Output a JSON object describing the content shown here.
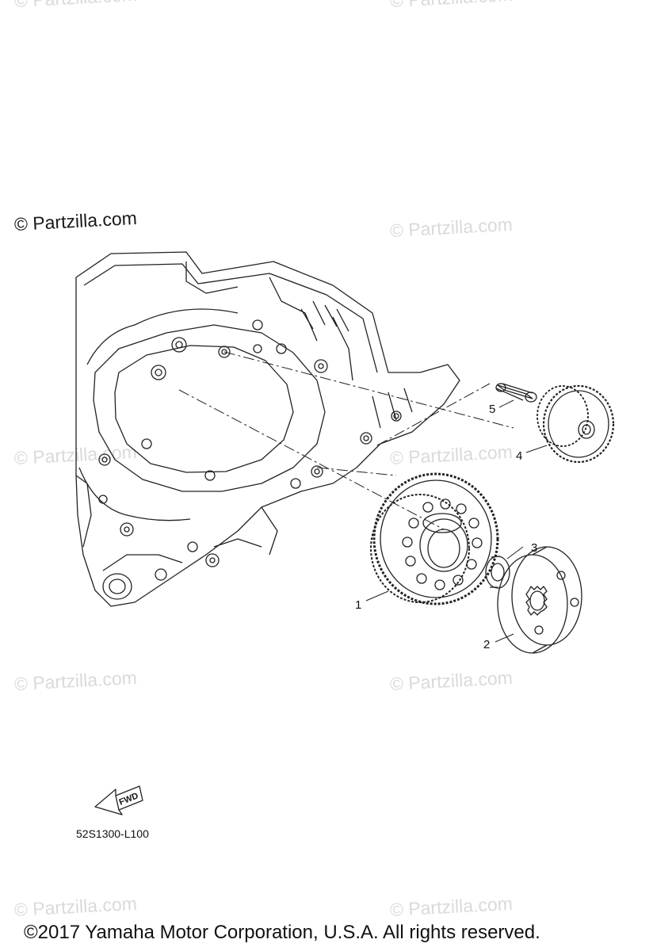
{
  "watermark_main": "© Partzilla.com",
  "watermark_faint": "© Partzilla.com",
  "callouts": [
    "1",
    "2",
    "3",
    "4",
    "5"
  ],
  "fwd_label": "FWD",
  "diagram_code": "52S1300-L100",
  "copyright": "©2017  Yamaha Motor Corporation, U.S.A. All rights reserved."
}
